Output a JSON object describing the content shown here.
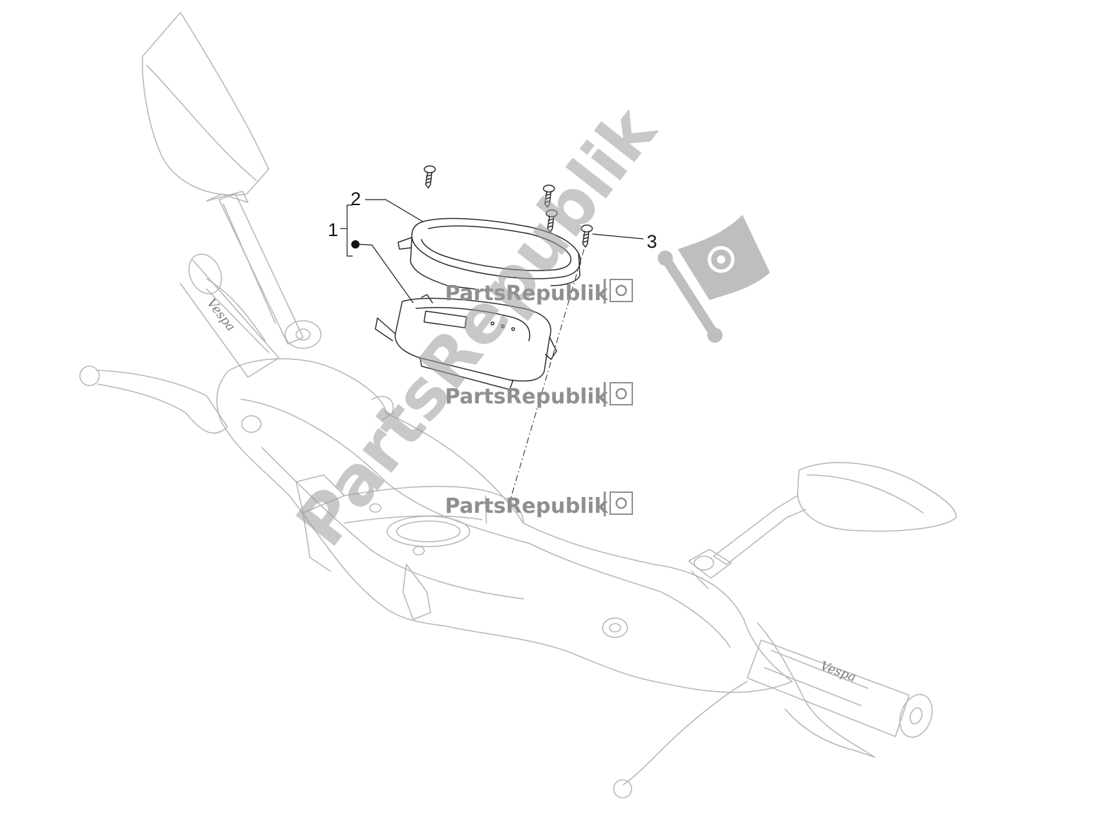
{
  "diagram": {
    "callouts": [
      {
        "id": "1",
        "label": "1"
      },
      {
        "id": "2",
        "label": "2"
      },
      {
        "id": "3",
        "label": "3"
      }
    ],
    "watermark": {
      "small_text": "PartsRepublik",
      "big_text": "PartsRepublik"
    },
    "grip_logo_text": "Vespa"
  }
}
